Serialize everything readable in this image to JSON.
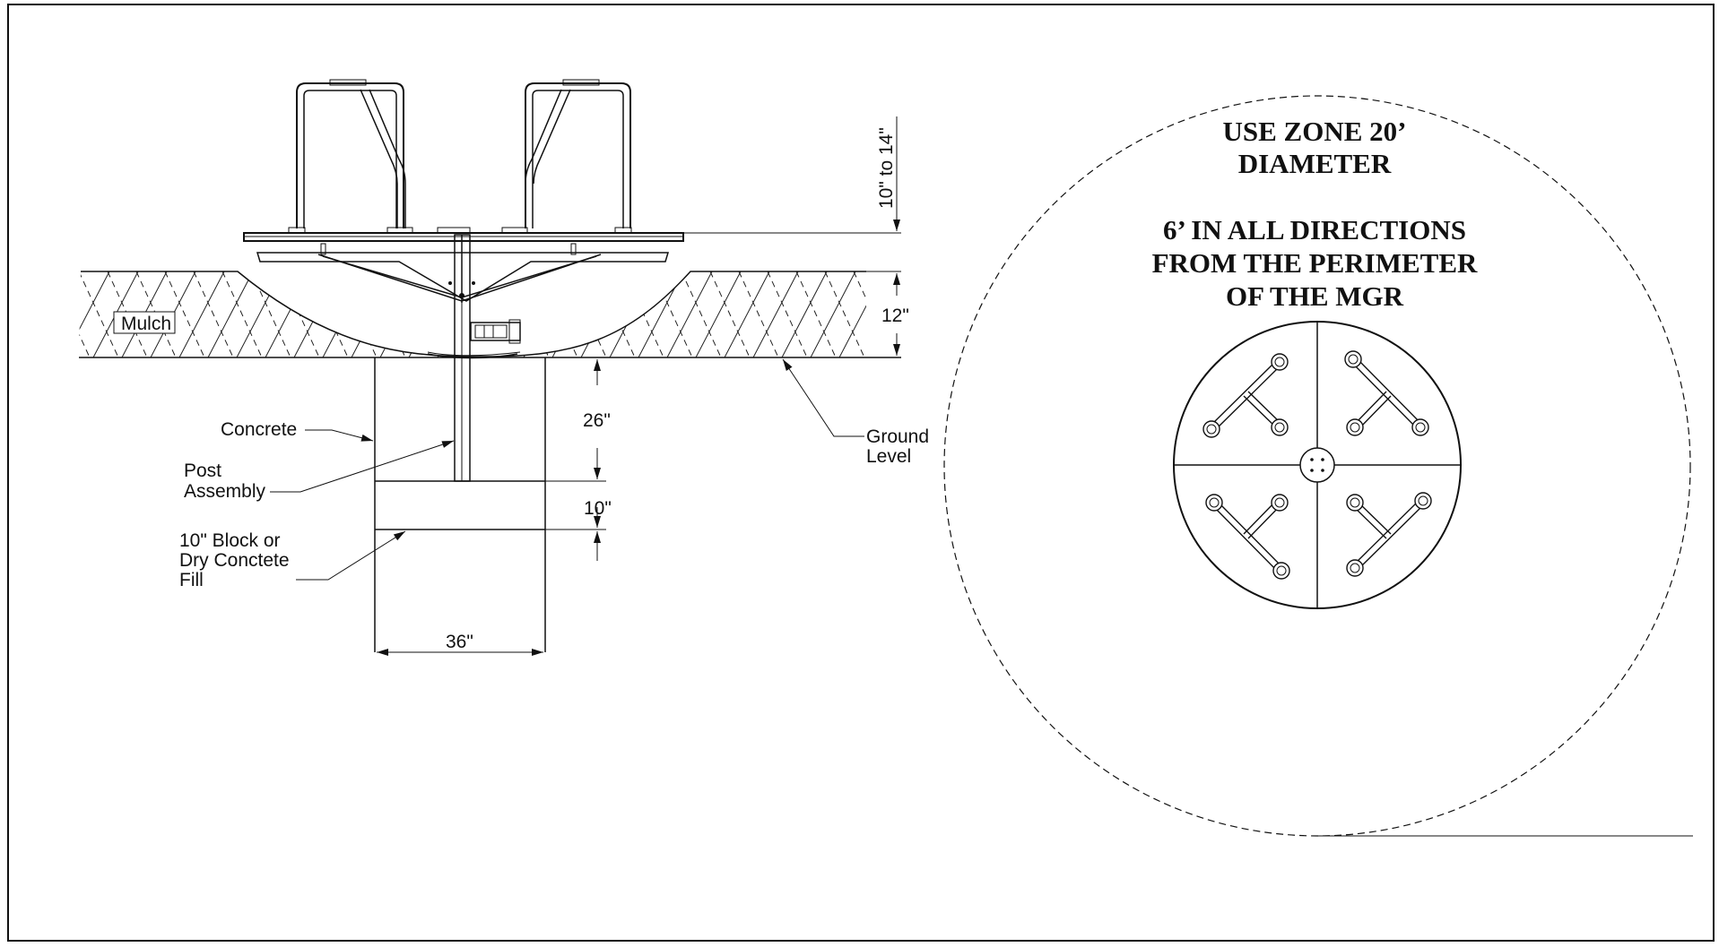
{
  "section_view": {
    "labels": {
      "mulch": "Mulch",
      "concrete": "Concrete",
      "post_assembly": [
        "Post",
        "Assembly"
      ],
      "block_fill": [
        "10\" Block or",
        "Dry Conctete",
        "Fill"
      ],
      "ground_level": [
        "Ground",
        "Level"
      ]
    },
    "dimensions": {
      "seat_height": "10\" to 14\"",
      "mulch_depth": "12\"",
      "footing_depth": "26\"",
      "block_depth": "10\"",
      "footing_width": "36\""
    }
  },
  "use_zone": {
    "title_lines": [
      "USE ZONE 20’",
      "DIAMETER"
    ],
    "note_lines": [
      "6’ IN ALL DIRECTIONS",
      "FROM THE PERIMETER",
      "OF THE MGR"
    ]
  }
}
